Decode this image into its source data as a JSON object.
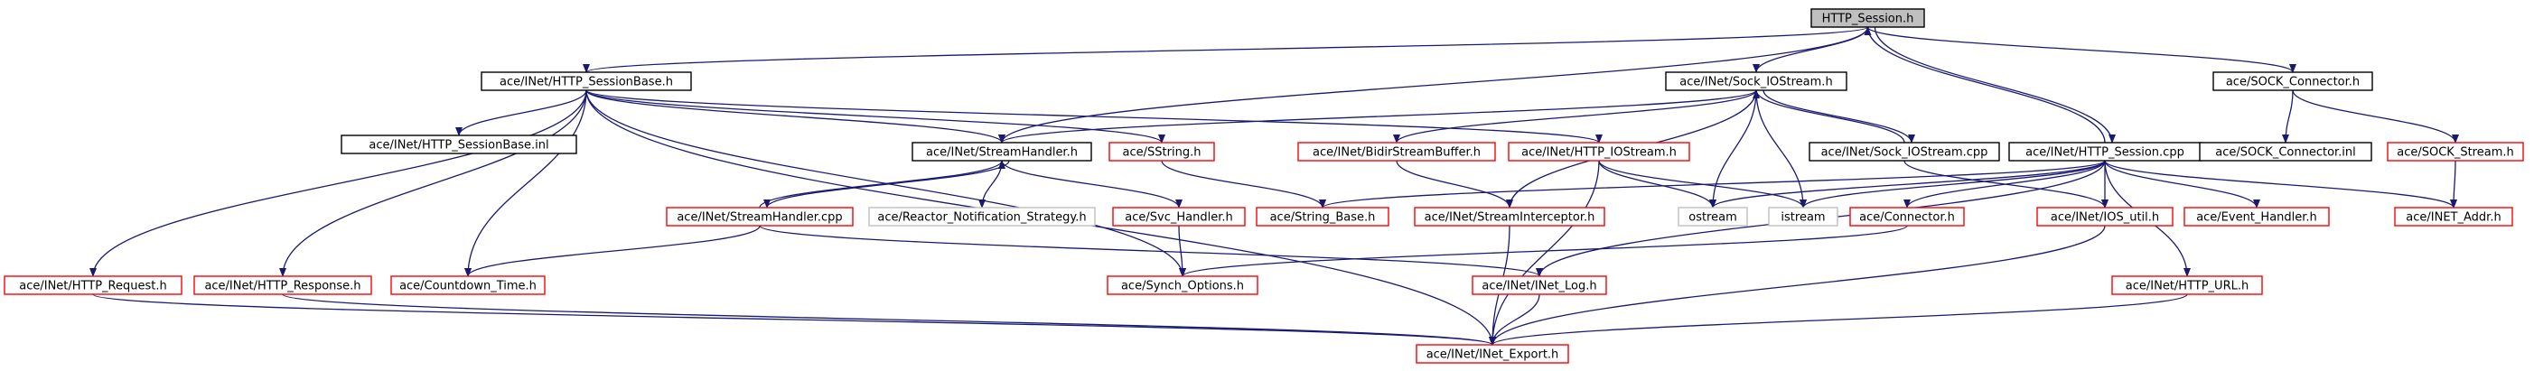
{
  "colors": {
    "edge": "#191970",
    "root_fill": "#bfbfbf",
    "border_black": "#000000",
    "border_red": "#ff0000",
    "border_grey": "#bfbfbf"
  },
  "nodes": [
    {
      "id": "http_session_h",
      "label": "HTTP_Session.h",
      "style": "root"
    },
    {
      "id": "http_sessionbase_h",
      "label": "ace/INet/HTTP_SessionBase.h",
      "style": "black"
    },
    {
      "id": "sock_iostream_h",
      "label": "ace/INet/Sock_IOStream.h",
      "style": "black"
    },
    {
      "id": "sock_connector_h",
      "label": "ace/SOCK_Connector.h",
      "style": "black"
    },
    {
      "id": "http_sessionbase_inl",
      "label": "ace/INet/HTTP_SessionBase.inl",
      "style": "black"
    },
    {
      "id": "streamhandler_h",
      "label": "ace/INet/StreamHandler.h",
      "style": "black"
    },
    {
      "id": "sstring_h",
      "label": "ace/SString.h",
      "style": "red"
    },
    {
      "id": "bidirstreambuffer_h",
      "label": "ace/INet/BidirStreamBuffer.h",
      "style": "red"
    },
    {
      "id": "http_iostream_h",
      "label": "ace/INet/HTTP_IOStream.h",
      "style": "red"
    },
    {
      "id": "sock_iostream_cpp",
      "label": "ace/INet/Sock_IOStream.cpp",
      "style": "black"
    },
    {
      "id": "http_session_cpp",
      "label": "ace/INet/HTTP_Session.cpp",
      "style": "black"
    },
    {
      "id": "sock_connector_inl",
      "label": "ace/SOCK_Connector.inl",
      "style": "black"
    },
    {
      "id": "sock_stream_h",
      "label": "ace/SOCK_Stream.h",
      "style": "red"
    },
    {
      "id": "streamhandler_cpp",
      "label": "ace/INet/StreamHandler.cpp",
      "style": "red"
    },
    {
      "id": "reactor_notification_strategy_h",
      "label": "ace/Reactor_Notification_Strategy.h",
      "style": "grey"
    },
    {
      "id": "svc_handler_h",
      "label": "ace/Svc_Handler.h",
      "style": "red"
    },
    {
      "id": "string_base_h",
      "label": "ace/String_Base.h",
      "style": "red"
    },
    {
      "id": "streaminterceptor_h",
      "label": "ace/INet/StreamInterceptor.h",
      "style": "red"
    },
    {
      "id": "ostream",
      "label": "ostream",
      "style": "grey"
    },
    {
      "id": "istream",
      "label": "istream",
      "style": "grey"
    },
    {
      "id": "connector_h",
      "label": "ace/Connector.h",
      "style": "red"
    },
    {
      "id": "ios_util_h",
      "label": "ace/INet/IOS_util.h",
      "style": "red"
    },
    {
      "id": "event_handler_h",
      "label": "ace/Event_Handler.h",
      "style": "red"
    },
    {
      "id": "inet_addr_h",
      "label": "ace/INET_Addr.h",
      "style": "red"
    },
    {
      "id": "http_request_h",
      "label": "ace/INet/HTTP_Request.h",
      "style": "red"
    },
    {
      "id": "http_response_h",
      "label": "ace/INet/HTTP_Response.h",
      "style": "red"
    },
    {
      "id": "countdown_time_h",
      "label": "ace/Countdown_Time.h",
      "style": "red"
    },
    {
      "id": "synch_options_h",
      "label": "ace/Synch_Options.h",
      "style": "red"
    },
    {
      "id": "inet_log_h",
      "label": "ace/INet/INet_Log.h",
      "style": "red"
    },
    {
      "id": "http_url_h",
      "label": "ace/INet/HTTP_URL.h",
      "style": "red"
    },
    {
      "id": "inet_export_h",
      "label": "ace/INet/INet_Export.h",
      "style": "red"
    }
  ],
  "edges": [
    [
      "http_session_h",
      "http_sessionbase_h"
    ],
    [
      "http_session_h",
      "sock_iostream_h"
    ],
    [
      "http_session_h",
      "sock_connector_h"
    ],
    [
      "http_session_h",
      "streamhandler_h"
    ],
    [
      "http_session_h",
      "http_session_cpp"
    ],
    [
      "http_session_cpp",
      "http_session_h"
    ],
    [
      "http_sessionbase_h",
      "http_sessionbase_inl"
    ],
    [
      "http_sessionbase_h",
      "streamhandler_h"
    ],
    [
      "http_sessionbase_h",
      "sstring_h"
    ],
    [
      "http_sessionbase_h",
      "http_iostream_h"
    ],
    [
      "http_sessionbase_h",
      "http_request_h"
    ],
    [
      "http_sessionbase_h",
      "http_response_h"
    ],
    [
      "http_sessionbase_h",
      "countdown_time_h"
    ],
    [
      "http_sessionbase_h",
      "synch_options_h"
    ],
    [
      "http_sessionbase_h",
      "inet_export_h"
    ],
    [
      "sock_iostream_h",
      "streamhandler_h"
    ],
    [
      "sock_iostream_h",
      "bidirstreambuffer_h"
    ],
    [
      "sock_iostream_h",
      "sock_iostream_cpp"
    ],
    [
      "sock_iostream_cpp",
      "sock_iostream_h"
    ],
    [
      "sock_iostream_h",
      "ostream"
    ],
    [
      "sock_iostream_h",
      "istream"
    ],
    [
      "sock_iostream_h",
      "streaminterceptor_h"
    ],
    [
      "sock_connector_h",
      "sock_connector_inl"
    ],
    [
      "sock_connector_h",
      "sock_stream_h"
    ],
    [
      "sock_stream_h",
      "inet_addr_h"
    ],
    [
      "streamhandler_h",
      "reactor_notification_strategy_h"
    ],
    [
      "streamhandler_h",
      "svc_handler_h"
    ],
    [
      "streamhandler_h",
      "streamhandler_cpp"
    ],
    [
      "streamhandler_cpp",
      "streamhandler_h"
    ],
    [
      "streamhandler_cpp",
      "countdown_time_h"
    ],
    [
      "streamhandler_cpp",
      "inet_log_h"
    ],
    [
      "sstring_h",
      "string_base_h"
    ],
    [
      "bidirstreambuffer_h",
      "streaminterceptor_h"
    ],
    [
      "http_iostream_h",
      "ostream"
    ],
    [
      "http_iostream_h",
      "istream"
    ],
    [
      "http_iostream_h",
      "inet_export_h"
    ],
    [
      "sock_iostream_cpp",
      "ios_util_h"
    ],
    [
      "svc_handler_h",
      "synch_options_h"
    ],
    [
      "streaminterceptor_h",
      "inet_export_h"
    ],
    [
      "http_session_cpp",
      "string_base_h"
    ],
    [
      "http_session_cpp",
      "ostream"
    ],
    [
      "http_session_cpp",
      "istream"
    ],
    [
      "http_session_cpp",
      "connector_h"
    ],
    [
      "http_session_cpp",
      "ios_util_h"
    ],
    [
      "http_session_cpp",
      "event_handler_h"
    ],
    [
      "http_session_cpp",
      "inet_addr_h"
    ],
    [
      "http_session_cpp",
      "inet_log_h"
    ],
    [
      "http_session_cpp",
      "http_url_h"
    ],
    [
      "connector_h",
      "synch_options_h"
    ],
    [
      "ios_util_h",
      "inet_export_h"
    ],
    [
      "http_request_h",
      "inet_export_h"
    ],
    [
      "http_response_h",
      "inet_export_h"
    ],
    [
      "inet_log_h",
      "inet_export_h"
    ],
    [
      "http_url_h",
      "inet_export_h"
    ]
  ]
}
